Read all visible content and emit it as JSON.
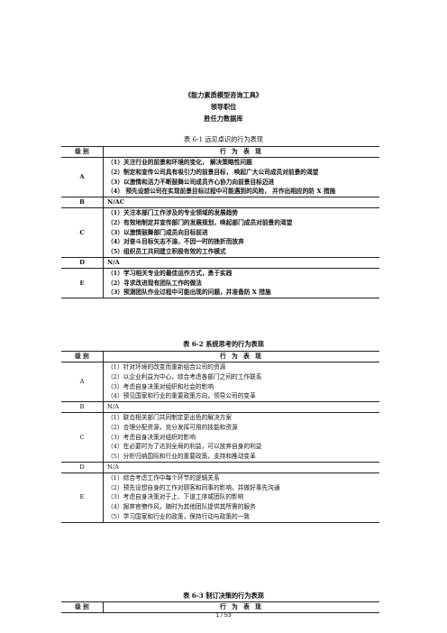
{
  "header": {
    "book_title": "《能力素质模型咨询工具》",
    "section": "领导职位",
    "subsection": "胜任力数据库"
  },
  "tables": [
    {
      "caption": "表 6-1   远见卓识的行为表现",
      "col_level": "级   别",
      "col_behavior": "行 为 表 现",
      "rows": [
        {
          "level": "A",
          "lines": [
            "（1）关注行业的前景和环境的变化，   解决策略性问题",
            "（2）制定和宣传公司具有吸引力的前景目标，   唤起广大公司成员对前景的渴望",
            "（3）以激情和活力不断鼓舞公司成员齐心协力向前景目标迈进",
            "（4）   预先设想公司在实现前景目标过程中可能遇到的风险，   并作出相应的防 X 措施"
          ]
        },
        {
          "level": "B",
          "lines": [
            "N/AC"
          ]
        },
        {
          "level": "C",
          "lines": [
            "（1）关注本部门工作涉及的专业领域的发展趋势",
            "（2）有效地制定并宣传部门的发展规划，唤起部门成员对前景的渴望",
            "（3）以激情鼓舞部门成员向目标前进",
            "（4）对奋斗目标矢志不渝，不因一时的挫折而放弃",
            "（5）组织员工共同建立积极有效的工作模式"
          ]
        },
        {
          "level": "D",
          "lines": [
            "N/A"
          ]
        },
        {
          "level": "E",
          "lines": [
            "（1）学习相关专业的最佳运作方式，勇于实践",
            "（2）寻求改进现有团队工作的做法",
            "（3）预测团队作业过程中可能出现的问题，并准备防 X 措施"
          ]
        }
      ]
    },
    {
      "caption": "表 6-2    系统思考的行为表现",
      "col_level": "级     别",
      "col_behavior": "行 为 表 现",
      "rows": [
        {
          "level": "A",
          "lines": [
            "（1）针对环境的改变而重新组合公司的资源",
            "（2）以企业利益为中心，综合考虑各部门之间的工作联系",
            "（3）考虑自身决策对组织和社会的影响",
            "（4）预见国家和行业的重要政策方向，领导公司的变革"
          ]
        },
        {
          "level": "B",
          "lines": [
            "N/A"
          ]
        },
        {
          "level": "C",
          "lines": [
            "（1）联合相关部门共同制定更出色的解决方案",
            "（2）合理分配资源，充分发挥可用的技能和资源",
            "（3）考虑自身决策对组织的影响",
            "（4）在必要时为了达到全局的利益，可以放弃自身的利益",
            "（5）分析归纳国际和行业的重要政策，支持和推动变革"
          ]
        },
        {
          "level": "D",
          "lines": [
            "N/A"
          ]
        },
        {
          "level": "E",
          "lines": [
            "（1）综合考虑工作中每个环节的逻辑关系",
            "（2）预先设想自身的工作对顾客和同事的影响，并做好事先沟通",
            "（3）考虑自身决策对于上、下道工序或团队的影响",
            "（4）摒弃官僚作风，随时为其他团队提供其所需的服务",
            "（5）学习国家和行业的政策，保持行动与政策的一致"
          ]
        }
      ]
    },
    {
      "caption": "表 6-3    制订决策的行为表现",
      "col_level": "级     别",
      "col_behavior": "行 为 表 现",
      "rows": []
    }
  ],
  "footer": {
    "page": "1 / 53"
  }
}
